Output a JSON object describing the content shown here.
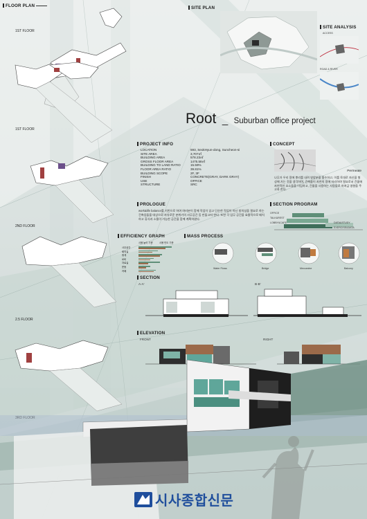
{
  "sections": {
    "floor_plan": "FLOOR PLAN",
    "site_plan": "SITE PLAN",
    "site_analysis": "SITE ANALYSIS",
    "project_info": "PROJECT INFO",
    "concept": "CONCEPT",
    "prologue": "PROLOGUE",
    "section_program": "SECTION PROGRAM",
    "efficiency_graph": "EFFICIENCY GRAPH",
    "mass_process": "MASS PROCESS",
    "section": "SECTION",
    "elevation": "ELEVATION"
  },
  "floor_labels": [
    "1ST FLOOR",
    "1ST   FLOOR",
    "2ND FLOOR",
    "2.5 FLOOR",
    "3RD FLOOR"
  ],
  "site_analysis_labels": [
    "ACCESS",
    "ROAD & RIVER"
  ],
  "title": {
    "main": "Root",
    "separator": "_",
    "sub": "Suburban office project"
  },
  "project_info": [
    {
      "k": "LOCATION",
      "v": "593, SeokHyun-dong, Suncheon-si"
    },
    {
      "k": "SITE AREA",
      "v": "3,707㎡"
    },
    {
      "k": "BUILDING AREA",
      "v": "578.23㎡"
    },
    {
      "k": "GROSS FLOOR AREA",
      "v": "1475.58㎡"
    },
    {
      "k": "BUILDING TO LAND RATIO",
      "v": "15.59%"
    },
    {
      "k": "FLOOR AREA RATIO",
      "v": "39.81%"
    },
    {
      "k": "BUILDING SCOPE",
      "v": "2F, 3F"
    },
    {
      "k": "FINISH",
      "v": "CONCRETE(GRAY, DARK GRAY)"
    },
    {
      "k": "USE",
      "v": "OFFICE"
    },
    {
      "k": "STRUCTURE",
      "v": "SRC"
    }
  ],
  "concept": {
    "caption": "Permeate",
    "text": "나무가 우리 땅에 뿌리를 내려 영양분을 흡수하고, 이를 토대로 자신을 형성해 가는 것을 생각하며, 건축물이 자연의 땅에 자리하여 필요로서 건물에 자연적인 요소들을 이입하고, 건물을 사용하는 사람들로 하여금 영향을 주고자 한다."
  },
  "prologue_text": "work&life balance를 기반으로 하여 여러분이 함께 작업이 있고 단순한 작업이 아닌 창의성을 필요로 하는 건축업들을 대상으로 자유로운 분위기의 사무공간 등 만들고자 한다. 또한 각 업무 공간을 효율적으로 배치하고 휴식과 소통이 가능한 공간을 함께 계획하였다.",
  "section_program": [
    "OFFICE",
    "TALK&REST",
    "LOBBY&CAFE",
    "DATA&STUDY",
    "EXERCISE&DATA"
  ],
  "efficiency_graph": {
    "legend": [
      "사용 높이 기준",
      "사용 빈도 기준"
    ],
    "rows": [
      {
        "label": "사무공간",
        "a": 0.85,
        "b": 0.7
      },
      {
        "label": "회의실",
        "a": 0.5,
        "b": 0.35
      },
      {
        "label": "휴게",
        "a": 0.6,
        "b": 0.55
      },
      {
        "label": "로비",
        "a": 0.4,
        "b": 0.3
      },
      {
        "label": "자료실",
        "a": 0.55,
        "b": 0.25
      },
      {
        "label": "운동",
        "a": 0.3,
        "b": 0.2
      },
      {
        "label": "카페",
        "a": 0.45,
        "b": 0.4
      }
    ]
  },
  "mass_process_labels": [
    "Water Flows",
    "Bridge",
    "Meccanine",
    "Balcony"
  ],
  "section_labels": [
    "A-A'",
    "B-B'"
  ],
  "elevation_labels": [
    "FRONT",
    "RIGHT"
  ],
  "publisher": "시사종합신문",
  "colors": {
    "accent_green": "#5f8f78",
    "dark": "#2e2e2e",
    "wood": "#9b6a4a",
    "glass": "#5fa69a"
  }
}
